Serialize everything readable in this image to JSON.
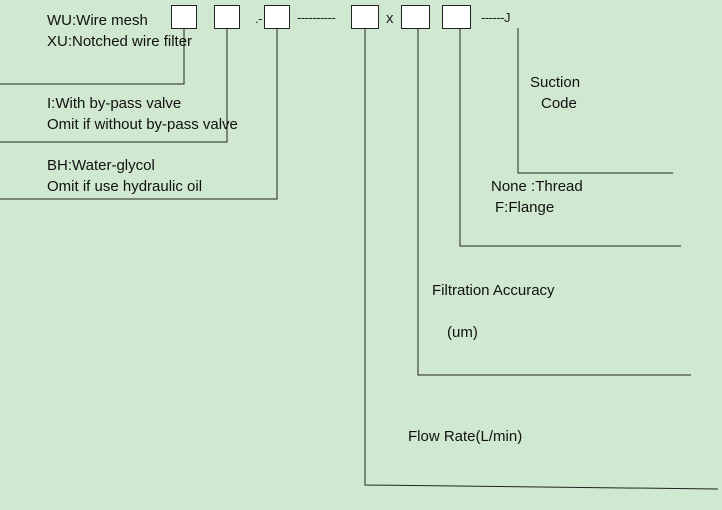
{
  "legend": {
    "material": [
      "WU:Wire mesh",
      "XU:Notched wire filter"
    ],
    "bypass": [
      "I:With by-pass valve",
      "Omit if without by-pass valve"
    ],
    "medium": [
      "BH:Water-glycol",
      "Omit if use hydraulic oil"
    ],
    "suction": [
      "Suction",
      "Code"
    ],
    "connection": [
      "None :Thread",
      "F:Flange"
    ],
    "accuracy": [
      "Filtration Accuracy",
      "(um)"
    ],
    "flow": "Flow Rate(L/min)"
  },
  "code_template": {
    "sep_dot": ".-",
    "sep_dash": "----------",
    "x": "x",
    "tail": "------J"
  }
}
